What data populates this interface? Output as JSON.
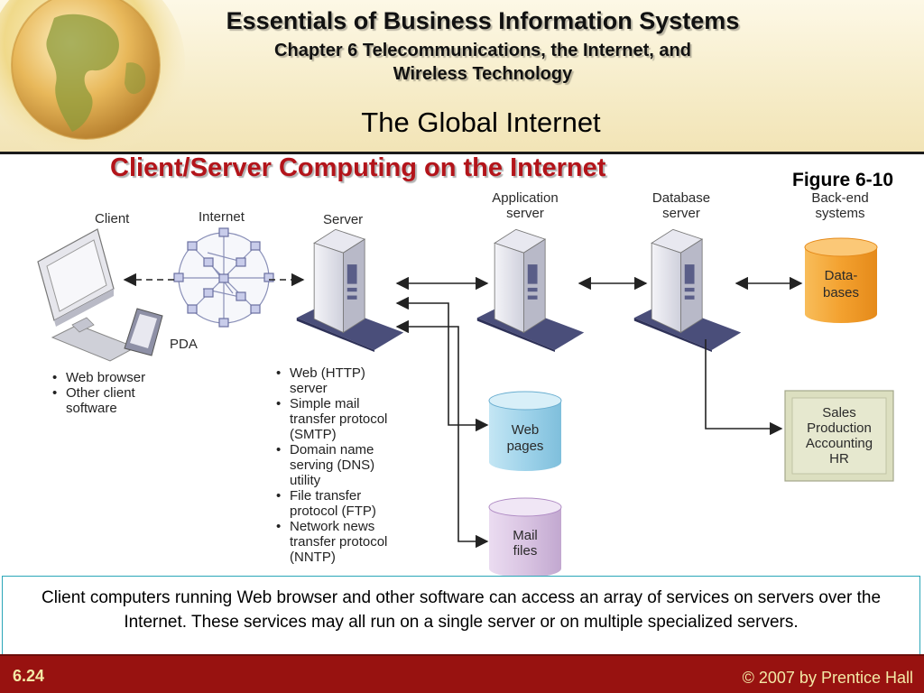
{
  "header": {
    "book_title": "Essentials of Business Information Systems",
    "chapter_line1": "Chapter 6 Telecommunications, the Internet, and",
    "chapter_line2": "Wireless Technology",
    "section_title": "The Global Internet"
  },
  "slide_title": "Client/Server Computing on the Internet",
  "figure_label": "Figure 6-10",
  "diagram": {
    "labels": {
      "client": "Client",
      "internet": "Internet",
      "server": "Server",
      "app_server_1": "Application",
      "app_server_2": "server",
      "db_server_1": "Database",
      "db_server_2": "server",
      "backend_1": "Back-end",
      "backend_2": "systems",
      "pda": "PDA",
      "databases_1": "Data-",
      "databases_2": "bases",
      "web_pages_1": "Web",
      "web_pages_2": "pages",
      "mail_files_1": "Mail",
      "mail_files_2": "files",
      "sales": "Sales",
      "production": "Production",
      "accounting": "Accounting",
      "hr": "HR"
    },
    "client_bullets": [
      "Web browser",
      "Other client",
      "software"
    ],
    "server_bullets": [
      "Web (HTTP)",
      "server",
      "Simple mail",
      "transfer protocol",
      "(SMTP)",
      "Domain name",
      "serving (DNS)",
      "utility",
      "File transfer",
      "protocol (FTP)",
      "Network news",
      "transfer protocol",
      "(NNTP)"
    ]
  },
  "caption": "Client computers running Web browser and other software can access an array of services on servers over the Internet. These services may all run on a single server or on multiple specialized servers.",
  "footer": {
    "slide_number": "6.24",
    "copyright": "© 2007 by Prentice Hall"
  },
  "colors": {
    "title_red": "#b3141a",
    "footer_red": "#981210",
    "footer_text": "#f3e9a6",
    "caption_border": "#2aa6b8",
    "database_orange": "#f3a12f",
    "web_pages_blue": "#9fd3ea",
    "mail_files_purple": "#d9c4e2",
    "backend_box_green": "#dcdfc0"
  }
}
